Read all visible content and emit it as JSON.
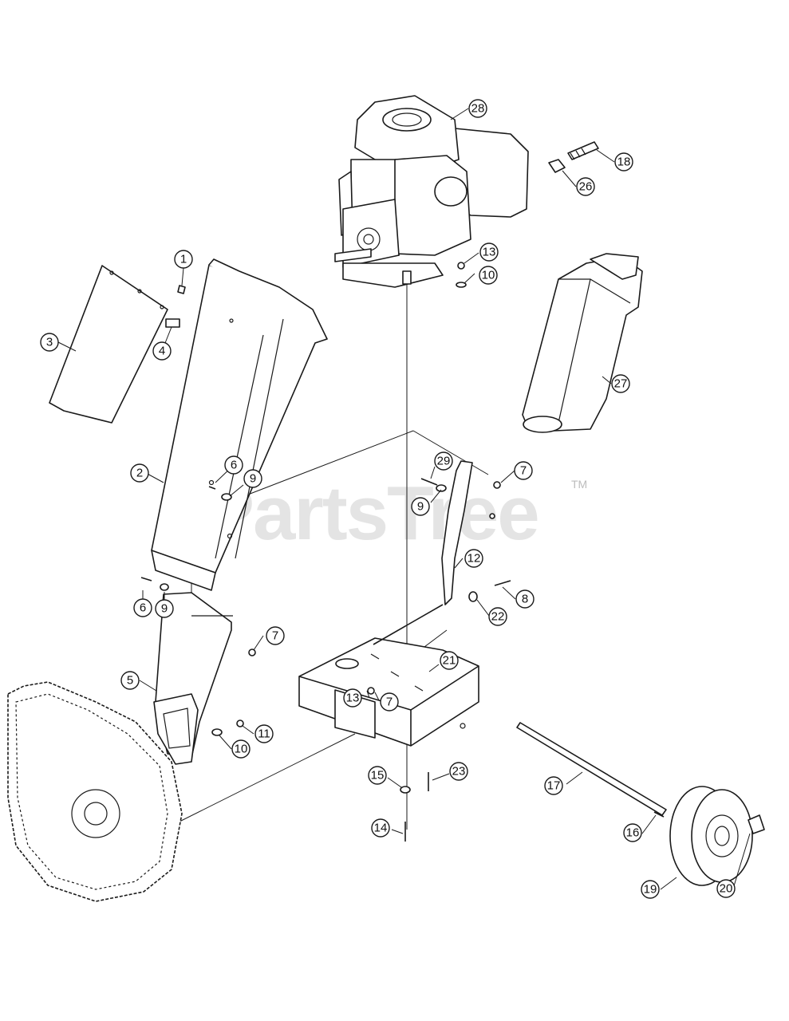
{
  "watermark": {
    "text": "PartsTree",
    "trademark": "TM"
  },
  "callouts": [
    {
      "id": "c1",
      "label": "1"
    },
    {
      "id": "c2",
      "label": "2"
    },
    {
      "id": "c3",
      "label": "3"
    },
    {
      "id": "c4",
      "label": "4"
    },
    {
      "id": "c5",
      "label": "5"
    },
    {
      "id": "c6a",
      "label": "6"
    },
    {
      "id": "c6b",
      "label": "6"
    },
    {
      "id": "c7a",
      "label": "7"
    },
    {
      "id": "c7b",
      "label": "7"
    },
    {
      "id": "c7c",
      "label": "7"
    },
    {
      "id": "c8",
      "label": "8"
    },
    {
      "id": "c9a",
      "label": "9"
    },
    {
      "id": "c9b",
      "label": "9"
    },
    {
      "id": "c9c",
      "label": "9"
    },
    {
      "id": "c10a",
      "label": "10"
    },
    {
      "id": "c10b",
      "label": "10"
    },
    {
      "id": "c11",
      "label": "11"
    },
    {
      "id": "c12",
      "label": "12"
    },
    {
      "id": "c13a",
      "label": "13"
    },
    {
      "id": "c13b",
      "label": "13"
    },
    {
      "id": "c14",
      "label": "14"
    },
    {
      "id": "c15",
      "label": "15"
    },
    {
      "id": "c16",
      "label": "16"
    },
    {
      "id": "c17",
      "label": "17"
    },
    {
      "id": "c18",
      "label": "18"
    },
    {
      "id": "c19",
      "label": "19"
    },
    {
      "id": "c20",
      "label": "20"
    },
    {
      "id": "c21",
      "label": "21"
    },
    {
      "id": "c22",
      "label": "22"
    },
    {
      "id": "c23",
      "label": "23"
    },
    {
      "id": "c26",
      "label": "26"
    },
    {
      "id": "c27",
      "label": "27"
    },
    {
      "id": "c28",
      "label": "28"
    },
    {
      "id": "c29",
      "label": "29"
    }
  ]
}
